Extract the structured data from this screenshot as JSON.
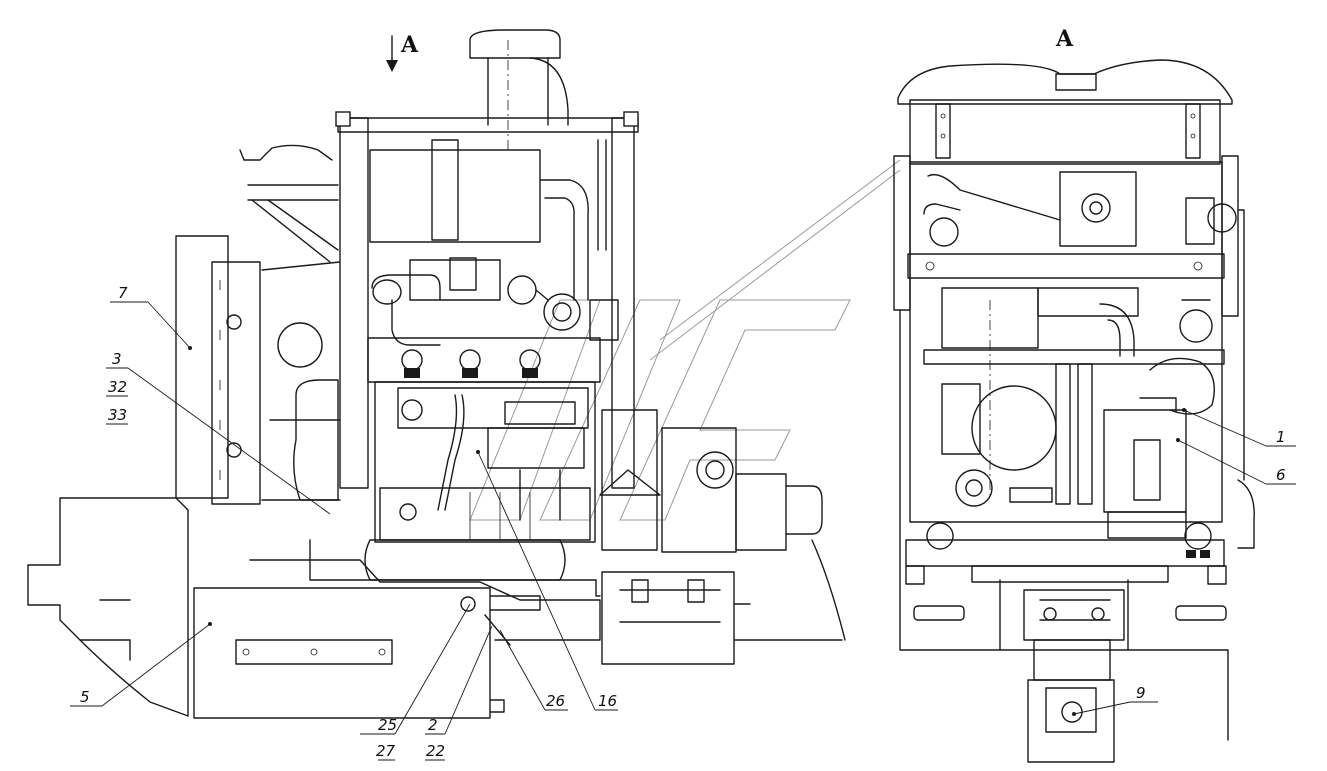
{
  "view_labels": {
    "arrow_view": "A",
    "section_view": "A"
  },
  "callouts": {
    "c1": "1",
    "c2": "2",
    "c3": "3",
    "c5": "5",
    "c6": "6",
    "c7": "7",
    "c9": "9",
    "c16": "16",
    "c22": "22",
    "c25": "25",
    "c26": "26",
    "c27": "27",
    "c32": "32",
    "c33": "33"
  }
}
